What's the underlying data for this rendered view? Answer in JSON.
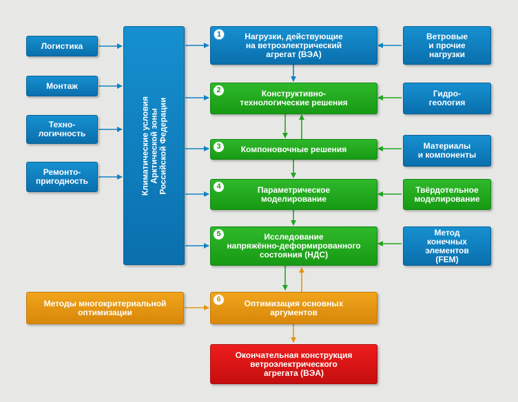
{
  "left_factors": [
    "Логистика",
    "Монтаж",
    "Техно-\nлогичность",
    "Ремонто-\nпригодность"
  ],
  "climate": "Климатические условия\nАрктической зоны\nРоссийской Федерации",
  "steps": [
    {
      "num": "1",
      "label": "Нагрузки, действующие\nна ветроэлектрический\nагрегат (ВЭА)"
    },
    {
      "num": "2",
      "label": "Конструктивно-\nтехнологические решения"
    },
    {
      "num": "3",
      "label": "Компоновочные решения"
    },
    {
      "num": "4",
      "label": "Параметрическое\nмоделирование"
    },
    {
      "num": "5",
      "label": "Исследование\nнапряжённо-деформированного\nсостояния (НДС)"
    },
    {
      "num": "6",
      "label": "Оптимизация основных\nаргументов"
    }
  ],
  "right_inputs": [
    "Ветровые\nи прочие\nнагрузки",
    "Гидро-\nгеология",
    "Материалы\nи компоненты",
    "Твёрдотельное\nмоделирование",
    "Метод конечных\nэлементов\n(FEM)"
  ],
  "optimization_methods": "Методы многокритериальной\nоптимизации",
  "final": "Окончательная конструкция\nветроэлектрического\nагрегата (ВЭА)",
  "colors": {
    "blue": "#0e7fc0",
    "green": "#1fa41b",
    "orange": "#e3950f",
    "red": "#dd1414",
    "arrow_blue": "#0f82c4",
    "arrow_green": "#21a51c",
    "arrow_orange": "#e3950f"
  }
}
